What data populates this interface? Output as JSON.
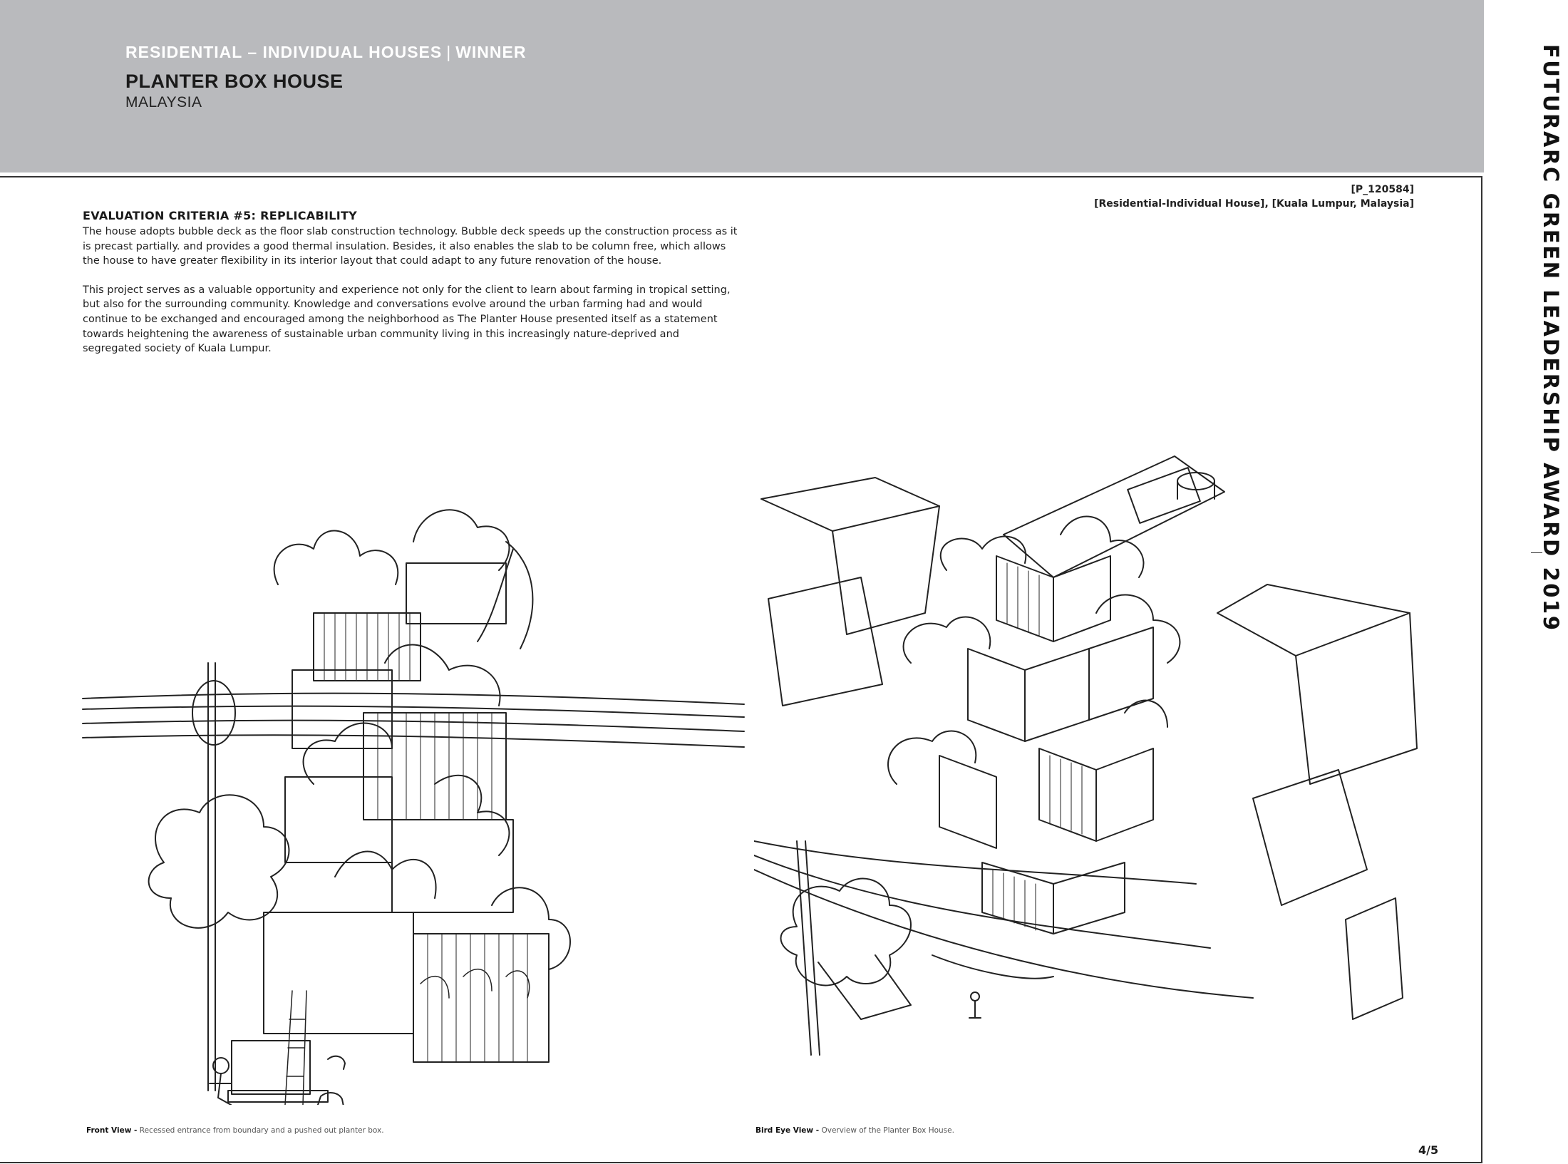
{
  "header": {
    "category": "RESIDENTIAL – INDIVIDUAL HOUSES",
    "separator": "|",
    "status": "WINNER",
    "title": "PLANTER BOX HOUSE",
    "country": "MALAYSIA"
  },
  "side_title": "FUTURARC GREEN LEADERSHIP AWARD 2019",
  "reference": {
    "code": "[P_120584]",
    "tags": "[Residential-Individual House], [Kuala Lumpur, Malaysia]"
  },
  "criteria": {
    "heading": "EVALUATION CRITERIA #5: REPLICABILITY",
    "paragraphs": [
      "The house adopts bubble deck as the floor slab construction technology. Bubble deck speeds up the construction process as it is precast partially. and provides a good thermal insulation. Besides, it also enables the slab to be column free, which allows the house to have greater flexibility in its interior layout that could adapt to any future renovation of the house.",
      "This project serves as a valuable opportunity and experience not only for the client to learn about farming in tropical setting, but also for the surrounding community. Knowledge and conversations evolve around the urban farming had and would continue to be exchanged and encouraged among the neighborhood as The Planter House presented itself as a statement towards heightening the awareness of sustainable urban community living in this increasingly nature-deprived and segregated society of Kuala Lumpur."
    ]
  },
  "figures": [
    {
      "label": "Front View -",
      "caption": "Recessed entrance from boundary and a pushed out planter box."
    },
    {
      "label": "Bird Eye View -",
      "caption": "Overview of the Planter Box House."
    }
  ],
  "page": "4/5"
}
